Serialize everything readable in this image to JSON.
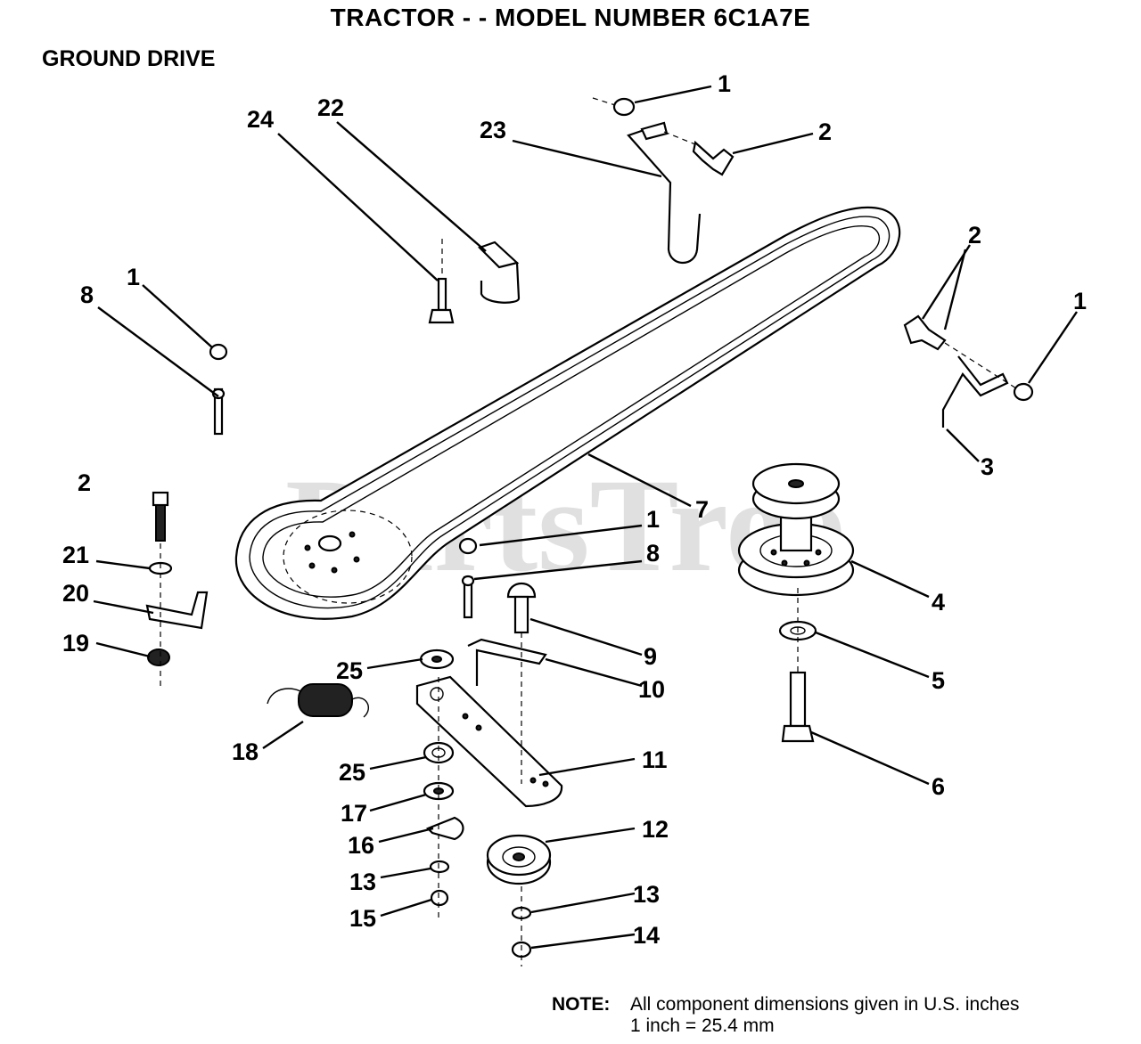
{
  "header": {
    "title": "TRACTOR - - MODEL NUMBER 6C1A7E",
    "section": "GROUND DRIVE"
  },
  "watermark": "PartsTree",
  "callouts": [
    "1",
    "2",
    "23",
    "24",
    "22",
    "2",
    "1",
    "8",
    "1",
    "3",
    "2",
    "7",
    "1",
    "8",
    "21",
    "20",
    "4",
    "19",
    "9",
    "25",
    "10",
    "5",
    "18",
    "11",
    "25",
    "6",
    "17",
    "12",
    "16",
    "13",
    "13",
    "15",
    "14"
  ],
  "note": {
    "label": "NOTE:",
    "line1": "All component dimensions given in U.S. inches",
    "line2": "1 inch = 25.4 mm"
  }
}
